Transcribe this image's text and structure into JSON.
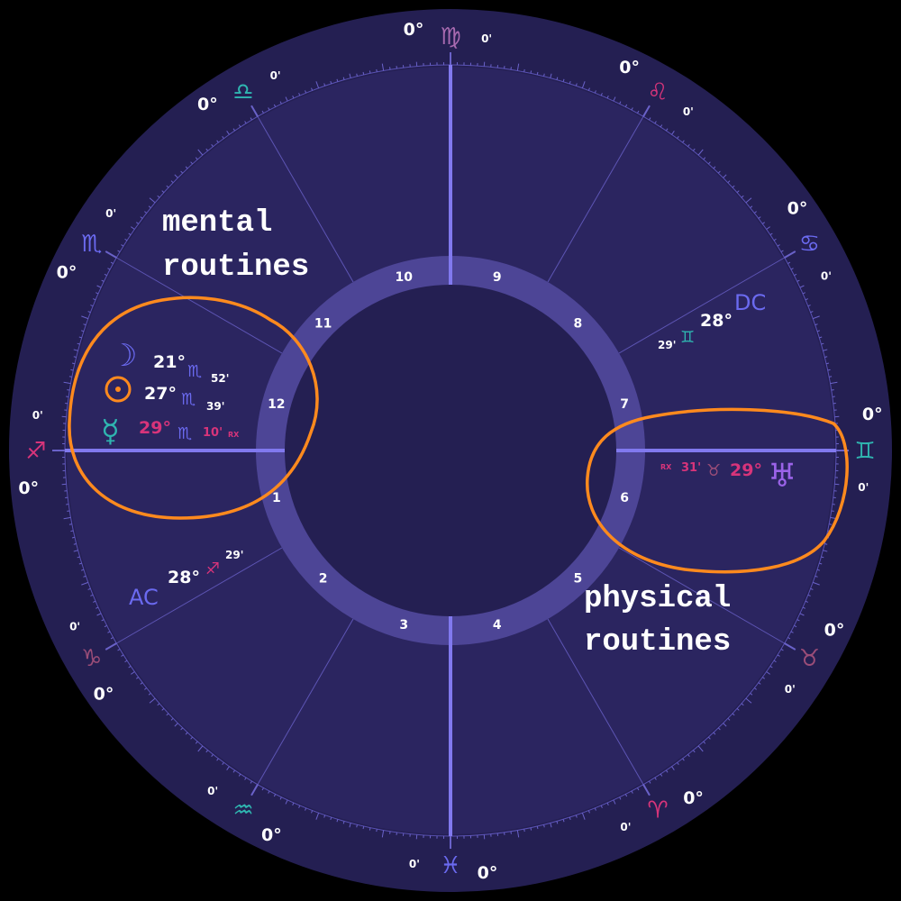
{
  "colors": {
    "background": "#000000",
    "outer_ring": "#241f52",
    "houses_area": "#2b2560",
    "house_ring": "#4d4596",
    "center": "#241f52",
    "axis": "#8179ee",
    "line": "#6a62c9",
    "white": "#ffffff",
    "pink": "#d8347a",
    "purple": "#9b63e9",
    "blue": "#6b6af0",
    "teal": "#2fb5b0",
    "gray": "#8a7fa0",
    "orange": "#ff8a1e"
  },
  "sign_markers": [
    {
      "name": "virgo",
      "glyph": "♍",
      "color": "#a86ab0",
      "deg": "0°",
      "min": "0'"
    },
    {
      "name": "leo",
      "glyph": "♌",
      "color": "#d8347a",
      "deg": "0°",
      "min": "0'"
    },
    {
      "name": "cancer",
      "glyph": "♋",
      "color": "#6b6af0",
      "deg": "0°",
      "min": "0'"
    },
    {
      "name": "gemini",
      "glyph": "♊",
      "color": "#2fb5b0",
      "deg": "0°",
      "min": "0'"
    },
    {
      "name": "taurus",
      "glyph": "♉",
      "color": "#9b4d78",
      "deg": "0°",
      "min": "0'"
    },
    {
      "name": "aries",
      "glyph": "♈",
      "color": "#d8347a",
      "deg": "0°",
      "min": "0'"
    },
    {
      "name": "pisces",
      "glyph": "♓",
      "color": "#6b6af0",
      "deg": "0°",
      "min": "0'"
    },
    {
      "name": "aquarius",
      "glyph": "♒",
      "color": "#2fb5b0",
      "deg": "0°",
      "min": "0'"
    },
    {
      "name": "capricorn",
      "glyph": "♑",
      "color": "#9b4d78",
      "deg": "0°",
      "min": "0'"
    },
    {
      "name": "sagittarius",
      "glyph": "♐",
      "color": "#d8347a",
      "deg": "0°",
      "min": "0'"
    },
    {
      "name": "scorpio",
      "glyph": "♏",
      "color": "#6b6af0",
      "deg": "0°",
      "min": "0'"
    },
    {
      "name": "libra",
      "glyph": "♎",
      "color": "#2fb5b0",
      "deg": "0°",
      "min": "0'"
    }
  ],
  "houses": [
    "1",
    "2",
    "3",
    "4",
    "5",
    "6",
    "7",
    "8",
    "9",
    "10",
    "11",
    "12"
  ],
  "angles": {
    "ac": {
      "label": "AC",
      "deg": "28°",
      "glyph": "♐",
      "min": "29'"
    },
    "dc": {
      "label": "DC",
      "deg": "28°",
      "glyph": "♊",
      "min": "29'"
    }
  },
  "planets": [
    {
      "name": "moon",
      "symbol": "☽",
      "deg": "21°",
      "sign": "♏",
      "min": "52'",
      "rx": "",
      "color": "#6b6af0",
      "deg_color": "#ffffff"
    },
    {
      "name": "sun",
      "symbol": "☉",
      "deg": "27°",
      "sign": "♏",
      "min": "39'",
      "rx": "",
      "color": "#ff8a1e",
      "deg_color": "#ffffff"
    },
    {
      "name": "mercury",
      "symbol": "☿",
      "deg": "29°",
      "sign": "♏",
      "min": "10'",
      "rx": "RX",
      "color": "#2fb5b0",
      "deg_color": "#d8347a"
    }
  ],
  "uranus": {
    "symbol": "♅",
    "deg": "29°",
    "sign": "♉",
    "min": "31'",
    "rx": "RX",
    "color": "#9b63e9"
  },
  "annotations": {
    "mental": [
      "mental",
      "routines"
    ],
    "physical": [
      "physical",
      "routines"
    ]
  }
}
